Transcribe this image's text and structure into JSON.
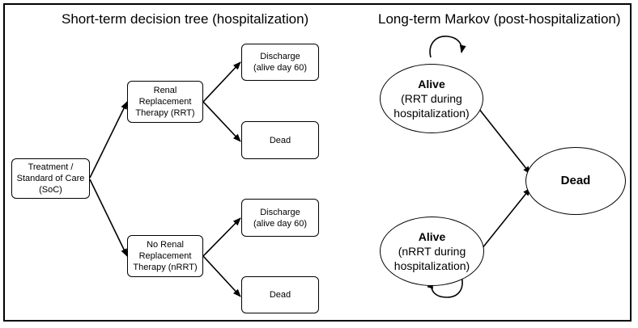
{
  "titles": {
    "left": "Short-term decision tree (hospitalization)",
    "right": "Long-term Markov (post-hospitalization)"
  },
  "tree": {
    "root": "Treatment /\nStandard of Care\n(SoC)",
    "rrt": "Renal\nReplacement\nTherapy (RRT)",
    "nrrt": "No Renal\nReplacement\nTherapy (nRRT)",
    "discharge_top": "Discharge\n(alive day 60)",
    "dead_top": "Dead",
    "discharge_bottom": "Discharge\n(alive day 60)",
    "dead_bottom": "Dead"
  },
  "markov": {
    "alive_rrt": {
      "title": "Alive",
      "subtitle": "(RRT during\nhospitalization)"
    },
    "alive_nrrt": {
      "title": "Alive",
      "subtitle": "(nRRT during\nhospitalization)"
    },
    "dead": "Dead"
  }
}
